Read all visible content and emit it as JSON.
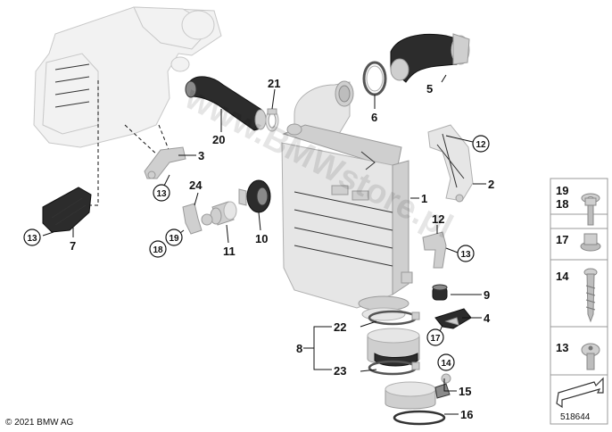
{
  "watermark": "www.BMWstore.pl",
  "copyright": "© 2021 BMW AG",
  "diagram_number": "518644",
  "callouts": {
    "c1": "1",
    "c2": "2",
    "c3": "3",
    "c4": "4",
    "c5": "5",
    "c6": "6",
    "c7": "7",
    "c8": "8",
    "c9": "9",
    "c10": "10",
    "c11": "11",
    "c12a": "12",
    "c12b": "12",
    "c13a": "13",
    "c13b": "13",
    "c13c": "13",
    "c14": "14",
    "c15": "15",
    "c16": "16",
    "c17": "17",
    "c18": "18",
    "c19": "19",
    "c20": "20",
    "c21": "21",
    "c22": "22",
    "c23": "23",
    "c24": "24"
  },
  "sidebar": {
    "items": [
      {
        "label": "19",
        "icon": "washer-icon"
      },
      {
        "label": "18",
        "icon": "hex-bolt-icon"
      },
      {
        "label": "17",
        "icon": "flange-nut-icon"
      },
      {
        "label": "14",
        "icon": "wood-screw-icon"
      },
      {
        "label": "13",
        "icon": "torx-screw-icon"
      }
    ],
    "arrow_icon": "return-arrow-icon"
  }
}
